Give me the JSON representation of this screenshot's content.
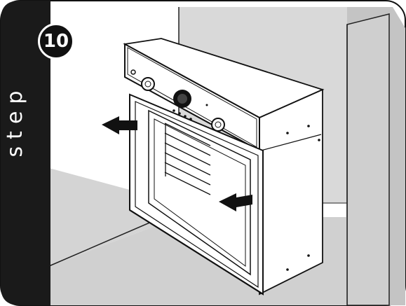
{
  "step": {
    "word": "step",
    "number": "10"
  },
  "colors": {
    "background": "#ffffff",
    "wall": "#d9d9d9",
    "wall_dark": "#c4c4c4",
    "sidebar": "#1a1a1a",
    "outline": "#111111",
    "arrow": "#111111"
  },
  "icons": [
    "push-arrow-left",
    "push-arrow-right",
    "oven-knob",
    "oven-dial"
  ]
}
